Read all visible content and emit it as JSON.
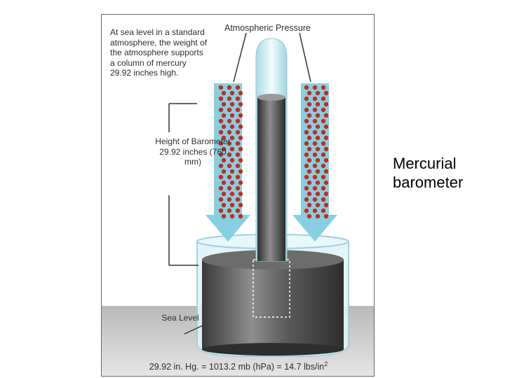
{
  "figure": {
    "intro_text": "At sea level in a standard atmosphere, the weight of the atmosphere supports a column of mercury 29.92 inches high.",
    "pressure_label": "Atmospheric Pressure",
    "height_label": "Height of Barometer 29.92 inches (760 mm)",
    "sea_level_label": "Sea Level",
    "formula_text": "29.92 in. Hg. = 1013.2 mb (hPa) = 14.7 lbs/in",
    "formula_exponent": "2"
  },
  "side_title": "Mercurial\nbarometer",
  "colors": {
    "ground": "#c9c9c9",
    "arrow": "#86cfe0",
    "mercury": "#4b4b4b",
    "particle": "#c8291c",
    "tube": "#bfe6ee"
  }
}
